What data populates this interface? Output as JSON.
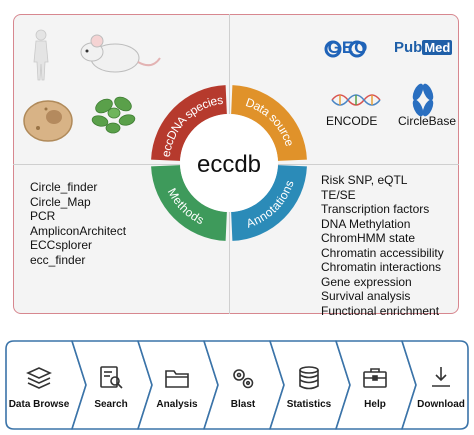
{
  "center": {
    "title": "eccdb"
  },
  "ring": {
    "quadrants": [
      {
        "label": "eccDNA species",
        "color": "#b63a2d"
      },
      {
        "label": "Data source",
        "color": "#e0922a"
      },
      {
        "label": "Annotations",
        "color": "#2b8bb8"
      },
      {
        "label": "Methods",
        "color": "#3e9a5b"
      }
    ]
  },
  "sources": {
    "geo": "GEO",
    "pubmed_pub": "Pub",
    "pubmed_med": "Med",
    "encode": "ENCODE",
    "circlebase": "CircleBase"
  },
  "methods": [
    "Circle_finder",
    "Circle_Map",
    "PCR",
    "AmpliconArchitect",
    "ECCsplorer",
    "ecc_finder"
  ],
  "annotations": [
    "Risk SNP, eQTL",
    "TE/SE",
    "Transcription factors",
    "DNA Methylation",
    "ChromHMM state",
    "Chromatin accessibility",
    "Chromatin interactions",
    "Gene expression",
    "Survival analysis",
    "Functional enrichment"
  ],
  "workflow": {
    "steps": [
      {
        "label": "Data Browse",
        "icon": "stack-icon"
      },
      {
        "label": "Search",
        "icon": "search-icon"
      },
      {
        "label": "Analysis",
        "icon": "folder-icon"
      },
      {
        "label": "Blast",
        "icon": "gears-icon"
      },
      {
        "label": "Statistics",
        "icon": "database-icon"
      },
      {
        "label": "Help",
        "icon": "briefcase-icon"
      },
      {
        "label": "Download",
        "icon": "download-icon"
      }
    ]
  }
}
